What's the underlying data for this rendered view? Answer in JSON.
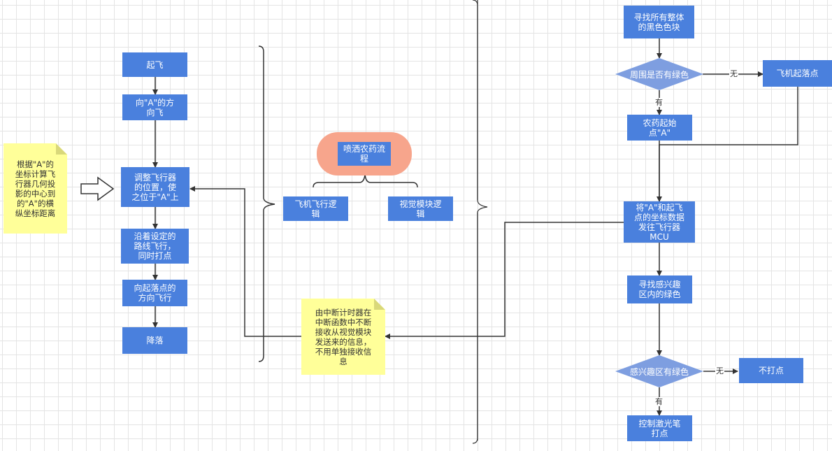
{
  "colors": {
    "box_fill": "#4a80dd",
    "diamond_fill": "#7e9ee0",
    "note_fill": "#ffff99",
    "pill_fill": "#f7a58c",
    "line": "#333333"
  },
  "left_flow": {
    "takeoff": "起飞",
    "fly_toward_a": "向\"A\"的方\n向飞",
    "adjust_position": "调整飞行器\n的位置，使\n之位于\"A\"上",
    "fly_route": "沿着设定的\n路线飞行，\n同时打点",
    "fly_back": "向起落点的\n方向飞行",
    "land": "降落",
    "note_distance": "根据\"A\"的\n坐标计算飞\n行器几何投\n影的中心到\n的\"A\"的横\n纵坐标距离"
  },
  "middle": {
    "root": "喷洒农药流\n程",
    "flight_logic": "飞机飞行逻\n辑",
    "vision_logic": "视觉模块逻\n辑",
    "note_interrupt": "由中断计时器在\n中断函数中不断\n接收从视觉模块\n发送来的信息，\n不用单独接收信\n息"
  },
  "right_flow": {
    "find_black": "寻找所有整体\n的黑色色块",
    "green_around": "周围是否有绿色",
    "takeoff_point": "飞机起落点",
    "start_point": "农药起始\n点\"A\"",
    "send_coords": "将\"A\"和起飞\n点的坐标数据\n发往飞行器\nMCU",
    "find_green": "寻找感兴趣\n区内的绿色",
    "roi_green": "感兴趣区有绿色",
    "no_mark": "不打点",
    "laser_mark": "控制激光笔\n打点",
    "label_none_1": "无",
    "label_yes_1": "有",
    "label_none_2": "无",
    "label_yes_2": "有"
  }
}
